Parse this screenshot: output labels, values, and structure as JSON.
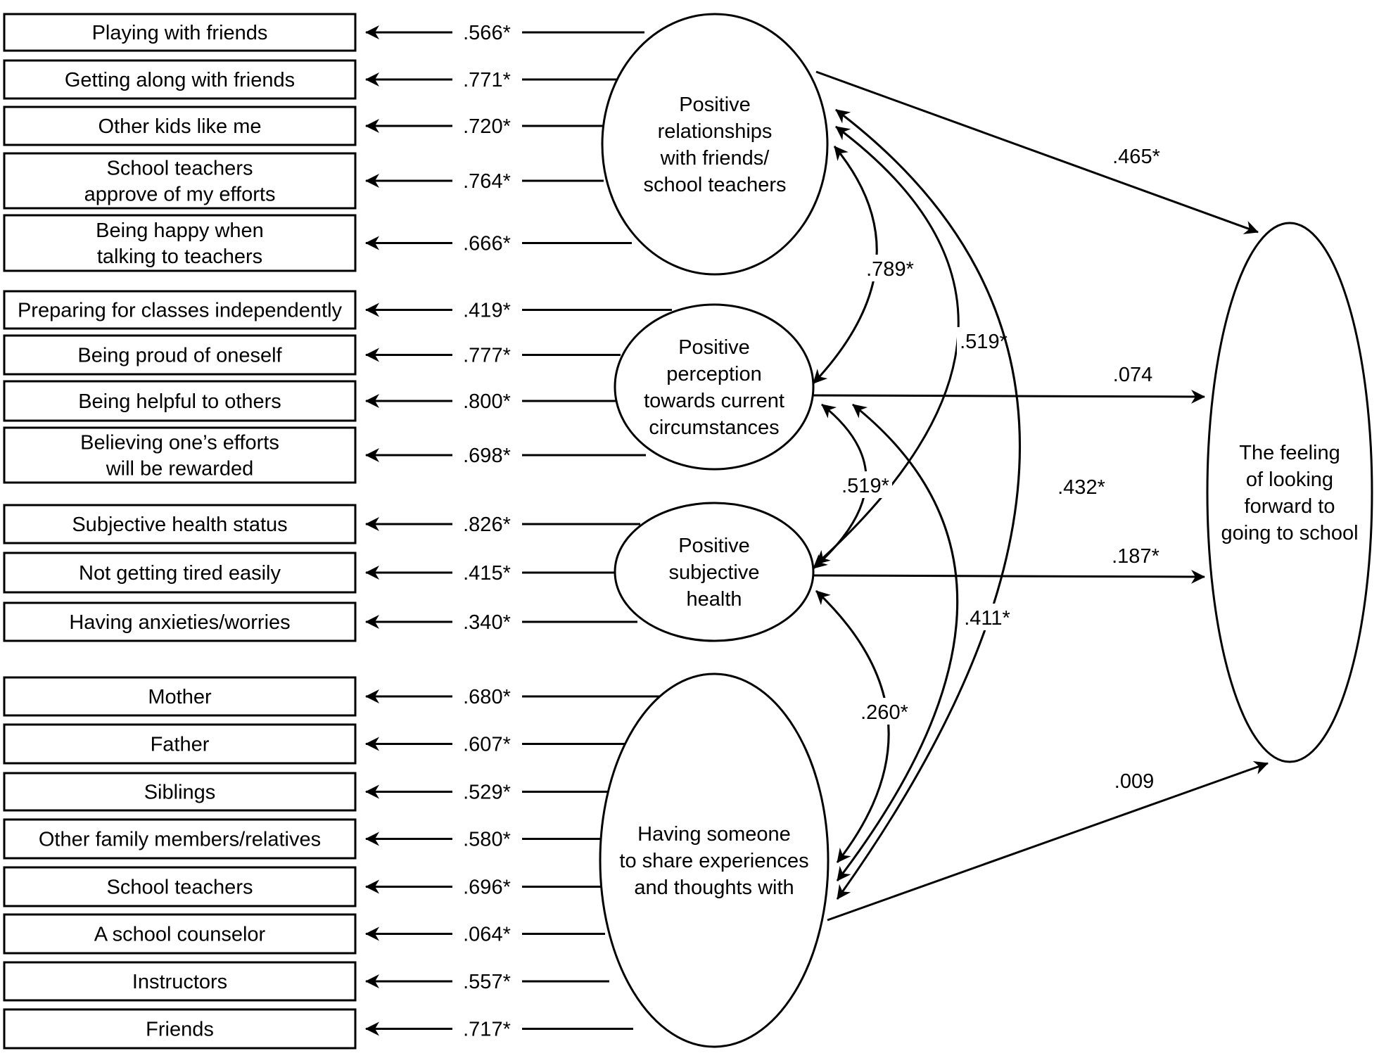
{
  "indicators": [
    {
      "label": [
        "Playing with friends"
      ],
      "coef": ".566*"
    },
    {
      "label": [
        "Getting along with friends"
      ],
      "coef": ".771*"
    },
    {
      "label": [
        "Other kids like me"
      ],
      "coef": ".720*"
    },
    {
      "label": [
        "School teachers",
        "approve of my efforts"
      ],
      "coef": ".764*"
    },
    {
      "label": [
        "Being happy when",
        "talking to teachers"
      ],
      "coef": ".666*"
    },
    {
      "label": [
        "Preparing for classes independently"
      ],
      "coef": ".419*"
    },
    {
      "label": [
        "Being proud of oneself"
      ],
      "coef": ".777*"
    },
    {
      "label": [
        "Being helpful to others"
      ],
      "coef": ".800*"
    },
    {
      "label": [
        "Believing one’s efforts",
        "will be rewarded"
      ],
      "coef": ".698*"
    },
    {
      "label": [
        "Subjective health status"
      ],
      "coef": ".826*"
    },
    {
      "label": [
        "Not getting tired easily"
      ],
      "coef": ".415*"
    },
    {
      "label": [
        "Having anxieties/worries"
      ],
      "coef": ".340*"
    },
    {
      "label": [
        "Mother"
      ],
      "coef": ".680*"
    },
    {
      "label": [
        "Father"
      ],
      "coef": ".607*"
    },
    {
      "label": [
        "Siblings"
      ],
      "coef": ".529*"
    },
    {
      "label": [
        "Other family members/relatives"
      ],
      "coef": ".580*"
    },
    {
      "label": [
        "School teachers"
      ],
      "coef": ".696*"
    },
    {
      "label": [
        "A school counselor"
      ],
      "coef": ".064*"
    },
    {
      "label": [
        "Instructors"
      ],
      "coef": ".557*"
    },
    {
      "label": [
        "Friends"
      ],
      "coef": ".717*"
    }
  ],
  "latents": [
    {
      "label": [
        "Positive",
        "relationships",
        "with friends/",
        "school teachers"
      ]
    },
    {
      "label": [
        "Positive",
        "perception",
        "towards current",
        "circumstances"
      ]
    },
    {
      "label": [
        "Positive",
        "subjective",
        "health"
      ]
    },
    {
      "label": [
        "Having someone",
        "to share experiences",
        "and thoughts with"
      ]
    }
  ],
  "outcome": {
    "label": [
      "The feeling",
      "of looking",
      "forward to",
      "going to school"
    ]
  },
  "paths": [
    ".465*",
    ".074",
    ".187*",
    ".009"
  ],
  "correlations": [
    ".789*",
    ".519*",
    ".432*",
    ".519*",
    ".411*",
    ".260*"
  ]
}
